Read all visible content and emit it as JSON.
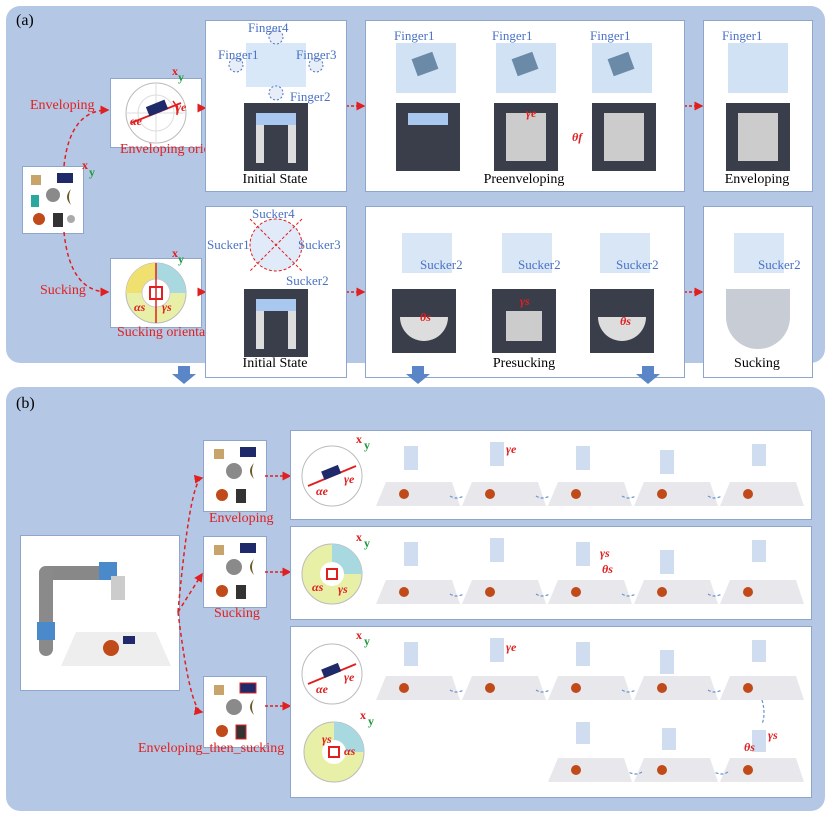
{
  "panels": {
    "a": {
      "tag": "(a)"
    },
    "b": {
      "tag": "(b)"
    }
  },
  "strategies": {
    "enveloping": "Enveloping",
    "sucking": "Sucking",
    "enveloping_orientation": "Enveloping orientation",
    "sucking_orientation": "Sucking orientation",
    "enveloping_then_sucking": "Enveloping_then_sucking"
  },
  "stages": {
    "initial_state_1": "Initial State",
    "initial_state_2": "Initial State",
    "preenveloping": "Preenveloping",
    "enveloping_final": "Enveloping",
    "presucking": "Presucking",
    "sucking_final": "Sucking"
  },
  "fingers": {
    "f1": "Finger1",
    "f2": "Finger2",
    "f3": "Finger3",
    "f4": "Finger4",
    "seq1": "Finger1",
    "seq2": "Finger1",
    "seq3": "Finger1",
    "seq4": "Finger1"
  },
  "suckers": {
    "s1": "Sucker1",
    "s2": "Sucker2",
    "s3": "Sucker3",
    "s4": "Sucker4",
    "seq1": "Sucker2",
    "seq2": "Sucker2",
    "seq3": "Sucker2",
    "seq4": "Sucker2"
  },
  "axes": {
    "x": "x",
    "y": "y"
  },
  "symbols": {
    "alpha_e": "αe",
    "gamma_e": "γe",
    "alpha_s": "αs",
    "gamma_s": "γs",
    "theta_f": "θf",
    "theta_s": "θs"
  },
  "colors": {
    "panel": "#b4c8e6",
    "accent_red": "#e02020",
    "accent_blue": "#4a72c4",
    "green": "#1a9a3a",
    "arrow_blue": "#6a92cc"
  }
}
